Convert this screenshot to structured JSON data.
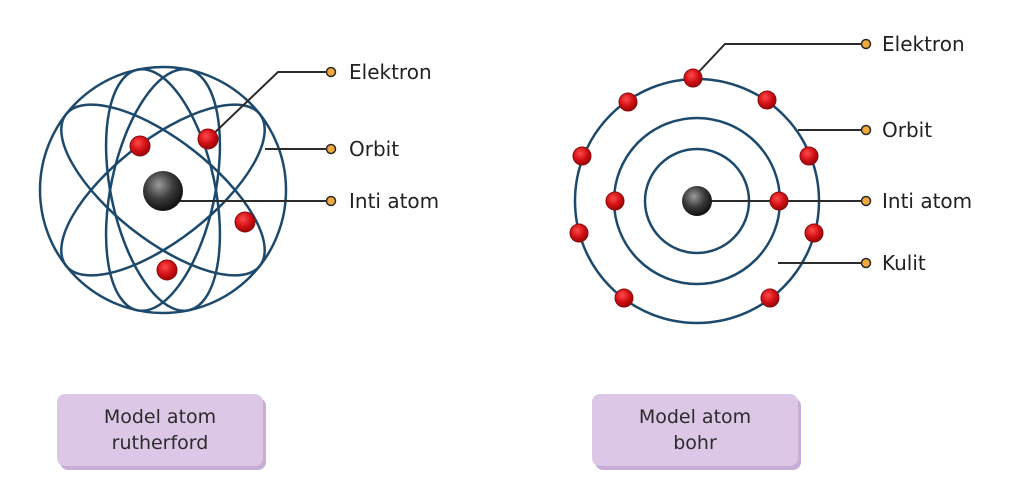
{
  "colors": {
    "orbit": "#1d4a6c",
    "electron": "#d10f14",
    "nucleus": "#3b3b3b",
    "leader_line": "#2b2b2b",
    "leader_dot": "#f2a93b",
    "caption_bg": "#dcc7e6"
  },
  "rutherford": {
    "labels": {
      "electron": "Elektron",
      "orbit": "Orbit",
      "nucleus": "Inti atom"
    },
    "caption": {
      "line1": "Model atom",
      "line2": "rutherford"
    }
  },
  "bohr": {
    "labels": {
      "electron": "Elektron",
      "orbit": "Orbit",
      "nucleus": "Inti atom",
      "shell": "Kulit"
    },
    "caption": {
      "line1": "Model atom",
      "line2": "bohr"
    }
  }
}
